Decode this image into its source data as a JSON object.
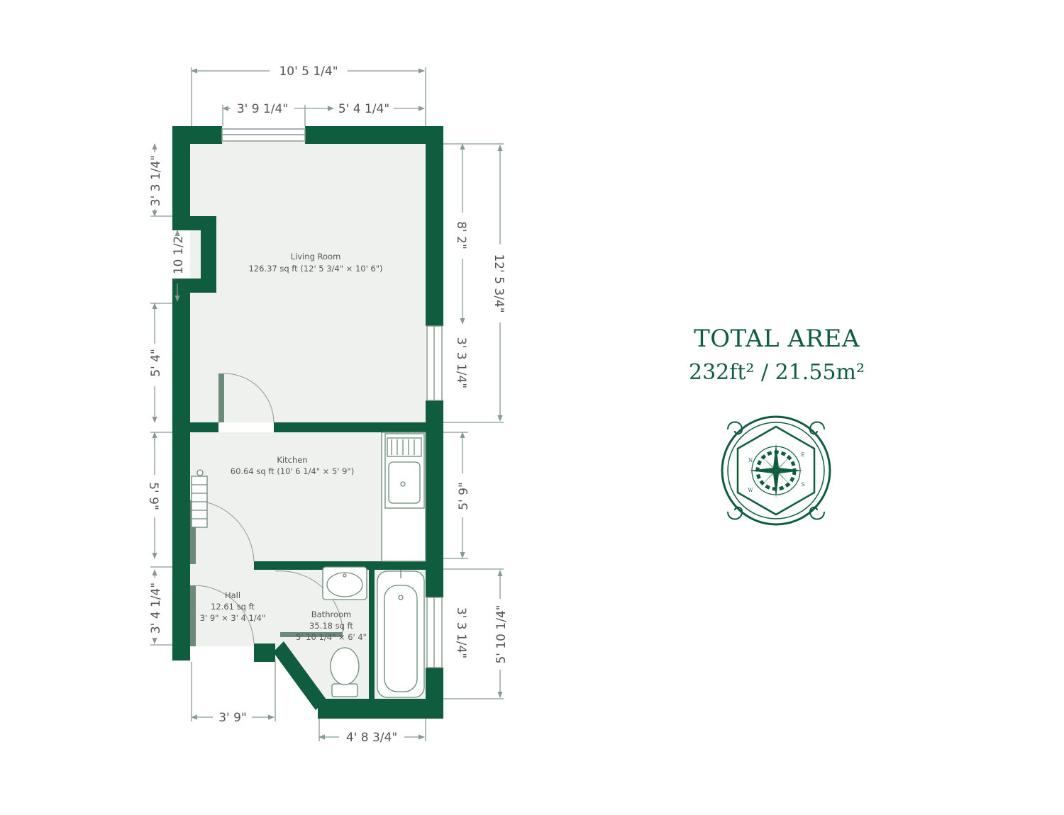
{
  "total_area": {
    "title": "TOTAL AREA",
    "value": "232ft² / 21.55m²"
  },
  "colors": {
    "wall": "#0f5c3f",
    "floor": "#eef1ee",
    "dimension_line": "#8a9a90",
    "fixture": "#6b8a7a"
  },
  "rooms": [
    {
      "name": "Living Room",
      "area": "126.37 sq ft (12' 5 3/4\" × 10' 6\")"
    },
    {
      "name": "Kitchen",
      "area": "60.64 sq ft (10' 6 1/4\" × 5' 9\")"
    },
    {
      "name": "Hall",
      "area": "12.61 sq ft",
      "dims": "3' 9\" × 3' 4 1/4\""
    },
    {
      "name": "Bathroom",
      "area": "35.18 sq ft",
      "dims": "5' 10 1/4\" × 6' 4\""
    }
  ],
  "dimensions": {
    "top_overall": "10' 5 1/4\"",
    "top_window": "3' 9 1/4\"",
    "top_right": "5' 4 1/4\"",
    "left_top": "3' 3 1/4\"",
    "left_recess": "' 10 1/2",
    "left_middle": "5' 4\"",
    "left_kitchen": "5' 9\"",
    "left_hall": "3' 4 1/4\"",
    "right_living_upper": "8' 2\"",
    "right_living_window": "3' 3 1/4\"",
    "right_overall_living": "12' 5 3/4\"",
    "right_kitchen": "5' 9\"",
    "right_bath_window": "3' 3 1/4\"",
    "right_bath_overall": "5' 10 1/4\"",
    "bottom_hall": "3' 9\"",
    "bottom_bath": "4' 8 3/4\""
  },
  "compass": {
    "icon": "compass-rose-icon",
    "letters": [
      "N",
      "E",
      "S",
      "W"
    ]
  }
}
